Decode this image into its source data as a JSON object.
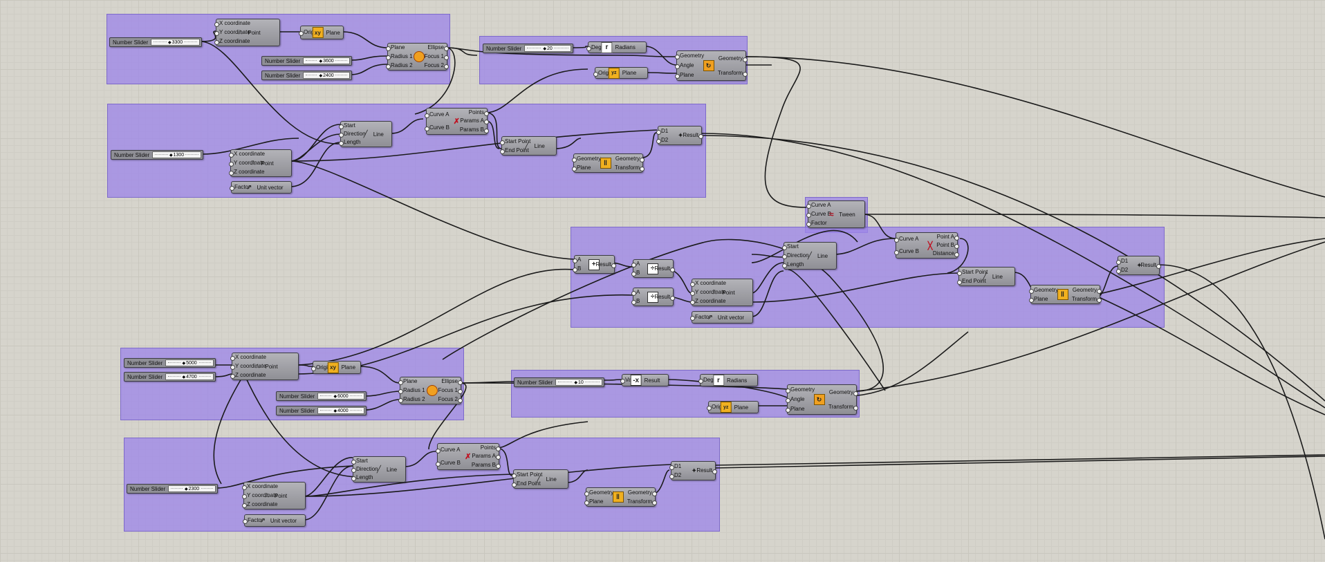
{
  "canvas": {
    "groups": 8,
    "background": "#d6d4cc",
    "group_color": "#9d87e8"
  },
  "sliders": {
    "s1": {
      "label": "Number Slider",
      "value": "3300"
    },
    "s2": {
      "label": "Number Slider",
      "value": "3600"
    },
    "s3": {
      "label": "Number Slider",
      "value": "2400"
    },
    "s4": {
      "label": "Number Slider",
      "value": "20"
    },
    "s5": {
      "label": "Number Slider",
      "value": "1300"
    },
    "s6": {
      "label": "Number Slider",
      "value": "5000"
    },
    "s7": {
      "label": "Number Slider",
      "value": "4700"
    },
    "s8": {
      "label": "Number Slider",
      "value": "6000"
    },
    "s9": {
      "label": "Number Slider",
      "value": "4000"
    },
    "s10": {
      "label": "Number Slider",
      "value": "10"
    },
    "s11": {
      "label": "Number Slider",
      "value": "2300"
    }
  },
  "components": [
    {
      "id": "pt1",
      "name": "Point",
      "icon": "point-icon",
      "inputs": [
        "X coordinate",
        "Y coordinate",
        "Z coordinate"
      ],
      "outputs": []
    },
    {
      "id": "pl1",
      "name": "Plane",
      "icon": "xy-plane-icon",
      "inputs": [
        "Origin"
      ],
      "outputs": []
    },
    {
      "id": "el1",
      "name": "",
      "icon": "ellipse-icon",
      "inputs": [
        "Plane",
        "Radius 1",
        "Radius 2"
      ],
      "outputs": [
        "Ellipse",
        "Focus 1",
        "Focus 2"
      ]
    },
    {
      "id": "rad1",
      "name": "Radians",
      "icon": "radians-icon",
      "inputs": [
        "Degrees"
      ],
      "outputs": []
    },
    {
      "id": "rot1",
      "name": "",
      "icon": "rotate-icon",
      "inputs": [
        "Geometry",
        "Angle",
        "Plane"
      ],
      "outputs": [
        "Geometry",
        "Transform"
      ]
    },
    {
      "id": "yz1",
      "name": "Plane",
      "icon": "yz-plane-icon",
      "inputs": [
        "Origin"
      ],
      "outputs": []
    },
    {
      "id": "ix1",
      "name": "",
      "icon": "curve-intersect-icon",
      "inputs": [
        "Curve A",
        "Curve B"
      ],
      "outputs": [
        "Points",
        "Params A",
        "Params B"
      ]
    },
    {
      "id": "ln1",
      "name": "Line",
      "icon": "line-sdl-icon",
      "inputs": [
        "Start",
        "Direction",
        "Length"
      ],
      "outputs": []
    },
    {
      "id": "pt2",
      "name": "Point",
      "icon": "point-icon",
      "inputs": [
        "X coordinate",
        "Y coordinate",
        "Z coordinate"
      ],
      "outputs": []
    },
    {
      "id": "uv1",
      "name": "Unit vector",
      "icon": "unit-vector-icon",
      "inputs": [
        "Factor"
      ],
      "outputs": []
    },
    {
      "id": "ln2",
      "name": "Line",
      "icon": "line-icon",
      "inputs": [
        "Start Point",
        "End Point"
      ],
      "outputs": []
    },
    {
      "id": "mir1",
      "name": "",
      "icon": "mirror-icon",
      "inputs": [
        "Geometry",
        "Plane"
      ],
      "outputs": [
        "Geometry",
        "Transform"
      ]
    },
    {
      "id": "ru1",
      "name": "",
      "icon": "region-union-icon",
      "inputs": [
        "D1",
        "D2"
      ],
      "outputs": [
        "Result"
      ]
    },
    {
      "id": "tw1",
      "name": "Tween",
      "icon": "tween-icon",
      "inputs": [
        "Curve A",
        "Curve B",
        "Factor"
      ],
      "outputs": []
    },
    {
      "id": "cc1",
      "name": "",
      "icon": "curve-closest-icon",
      "inputs": [
        "Curve A",
        "Curve B"
      ],
      "outputs": [
        "Point A",
        "Point B",
        "Distance"
      ]
    },
    {
      "id": "add1",
      "name": "",
      "icon": "addition-icon",
      "inputs": [
        "A",
        "B"
      ],
      "outputs": [
        "Result"
      ]
    },
    {
      "id": "div1",
      "name": "",
      "icon": "division-icon",
      "inputs": [
        "A",
        "B"
      ],
      "outputs": [
        "Result"
      ]
    },
    {
      "id": "div2",
      "name": "",
      "icon": "division-icon",
      "inputs": [
        "A",
        "B"
      ],
      "outputs": [
        "Result"
      ]
    },
    {
      "id": "ln3",
      "name": "Line",
      "icon": "line-sdl-icon",
      "inputs": [
        "Start",
        "Direction",
        "Length"
      ],
      "outputs": []
    },
    {
      "id": "pt3",
      "name": "Point",
      "icon": "point-icon",
      "inputs": [
        "X coordinate",
        "Y coordinate",
        "Z coordinate"
      ],
      "outputs": []
    },
    {
      "id": "uv2",
      "name": "Unit vector",
      "icon": "unit-vector-icon",
      "inputs": [
        "Factor"
      ],
      "outputs": []
    },
    {
      "id": "ln4",
      "name": "Line",
      "icon": "line-icon",
      "inputs": [
        "Start Point",
        "End Point"
      ],
      "outputs": []
    },
    {
      "id": "ru2",
      "name": "",
      "icon": "region-union-icon",
      "inputs": [
        "D1",
        "D2"
      ],
      "outputs": [
        "Result"
      ]
    },
    {
      "id": "mir2",
      "name": "",
      "icon": "mirror-icon",
      "inputs": [
        "Geometry",
        "Plane"
      ],
      "outputs": [
        "Geometry",
        "Transform"
      ]
    },
    {
      "id": "pt4",
      "name": "Point",
      "icon": "point-icon",
      "inputs": [
        "X coordinate",
        "Y coordinate",
        "Z coordinate"
      ],
      "outputs": []
    },
    {
      "id": "pl2",
      "name": "Plane",
      "icon": "xy-plane-icon",
      "inputs": [
        "Origin"
      ],
      "outputs": []
    },
    {
      "id": "el2",
      "name": "",
      "icon": "ellipse-icon",
      "inputs": [
        "Plane",
        "Radius 1",
        "Radius 2"
      ],
      "outputs": [
        "Ellipse",
        "Focus 1",
        "Focus 2"
      ]
    },
    {
      "id": "neg1",
      "name": "Result",
      "icon": "negative-icon",
      "inputs": [
        "Value"
      ],
      "outputs": []
    },
    {
      "id": "rad2",
      "name": "Radians",
      "icon": "radians-icon",
      "inputs": [
        "Degrees"
      ],
      "outputs": []
    },
    {
      "id": "rot2",
      "name": "",
      "icon": "rotate-icon",
      "inputs": [
        "Geometry",
        "Angle",
        "Plane"
      ],
      "outputs": [
        "Geometry",
        "Transform"
      ]
    },
    {
      "id": "yz2",
      "name": "Plane",
      "icon": "yz-plane-icon",
      "inputs": [
        "Origin"
      ],
      "outputs": []
    },
    {
      "id": "ix2",
      "name": "",
      "icon": "curve-intersect-icon",
      "inputs": [
        "Curve A",
        "Curve B"
      ],
      "outputs": [
        "Points",
        "Params A",
        "Params B"
      ]
    },
    {
      "id": "ln5",
      "name": "Line",
      "icon": "line-sdl-icon",
      "inputs": [
        "Start",
        "Direction",
        "Length"
      ],
      "outputs": []
    },
    {
      "id": "pt5",
      "name": "Point",
      "icon": "point-icon",
      "inputs": [
        "X coordinate",
        "Y coordinate",
        "Z coordinate"
      ],
      "outputs": []
    },
    {
      "id": "uv3",
      "name": "Unit vector",
      "icon": "unit-vector-icon",
      "inputs": [
        "Factor"
      ],
      "outputs": []
    },
    {
      "id": "ln6",
      "name": "Line",
      "icon": "line-icon",
      "inputs": [
        "Start Point",
        "End Point"
      ],
      "outputs": []
    },
    {
      "id": "mir3",
      "name": "",
      "icon": "mirror-icon",
      "inputs": [
        "Geometry",
        "Plane"
      ],
      "outputs": [
        "Geometry",
        "Transform"
      ]
    },
    {
      "id": "ru3",
      "name": "",
      "icon": "region-union-icon",
      "inputs": [
        "D1",
        "D2"
      ],
      "outputs": [
        "Result"
      ]
    }
  ]
}
